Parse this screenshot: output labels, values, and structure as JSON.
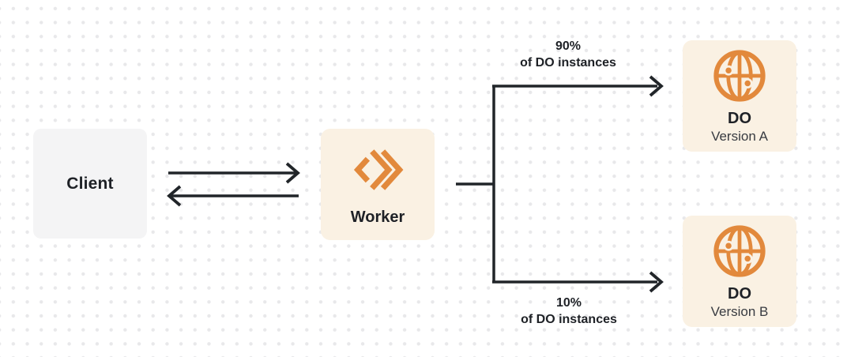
{
  "colors": {
    "background": "#ffffff",
    "dot_grid": "#e8e8ea",
    "accent_orange": "#e2893c",
    "node_cream": "#faf1e3",
    "node_gray": "#f4f4f5",
    "line_ink": "#212529",
    "text_ink": "#1e2126",
    "text_sub": "#383b41"
  },
  "nodes": {
    "client": {
      "label": "Client"
    },
    "worker": {
      "label": "Worker",
      "icon": "workers-code-chevrons-icon"
    },
    "do_version_a": {
      "title": "DO",
      "subtitle": "Version A",
      "icon": "durable-object-globe-icon"
    },
    "do_version_b": {
      "title": "DO",
      "subtitle": "Version B",
      "icon": "durable-object-globe-icon"
    }
  },
  "edge_labels": {
    "top_split": {
      "percent": "90%",
      "caption": "of DO instances"
    },
    "bottom_split": {
      "percent": "10%",
      "caption": "of DO instances"
    }
  }
}
